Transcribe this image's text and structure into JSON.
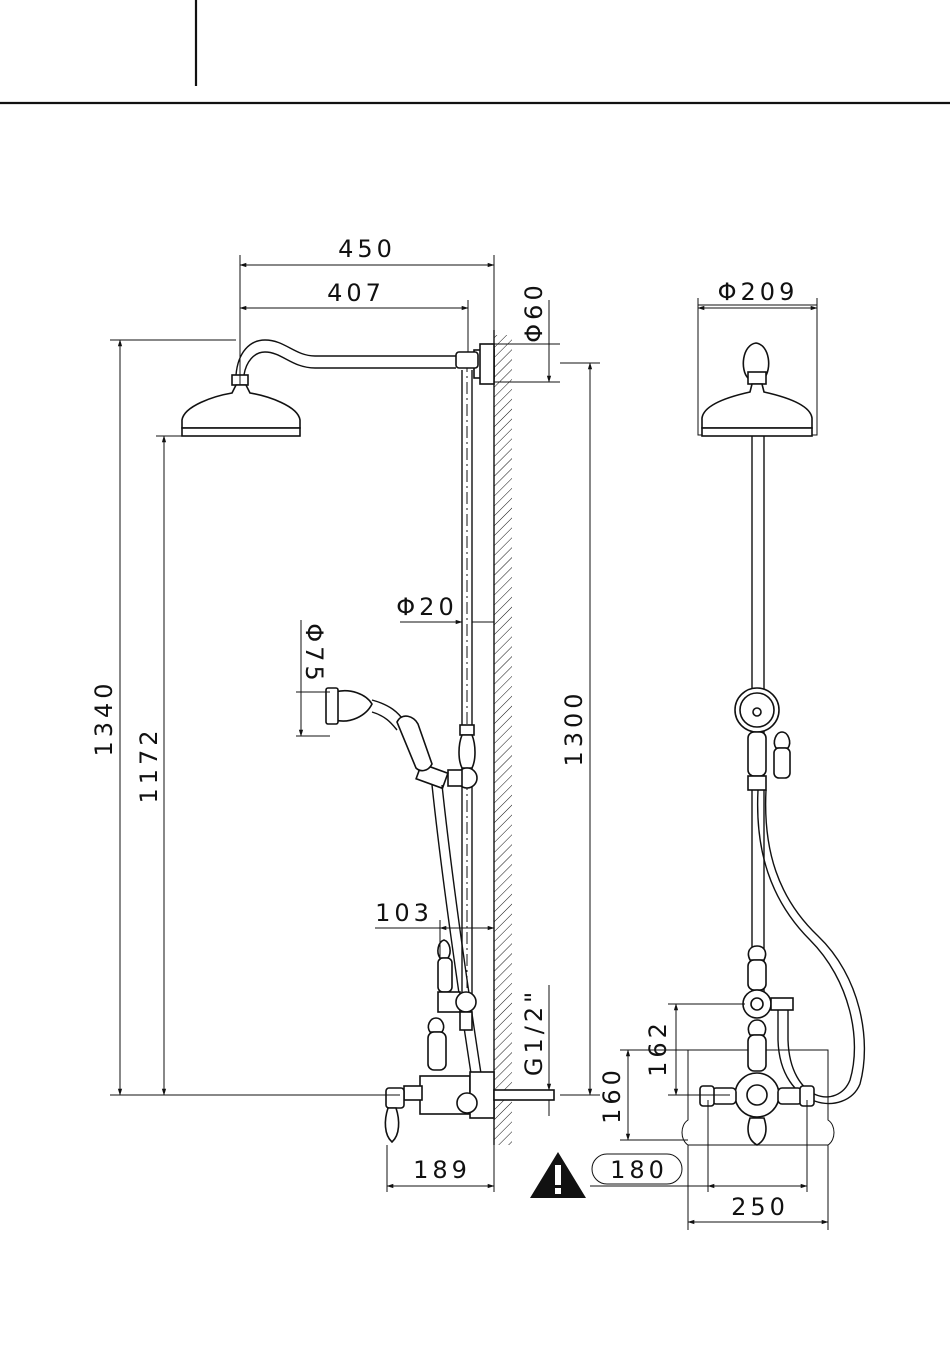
{
  "dimensions": {
    "width_450": "450",
    "width_407": "407",
    "dia_60": "Φ60",
    "dia_209": "Φ209",
    "dia_20": "Φ20",
    "dia_75": "Φ75",
    "height_1340": "1340",
    "height_1172": "1172",
    "height_1300": "1300",
    "depth_103": "103",
    "thread": "G1/2\"",
    "height_160": "160",
    "height_162": "162",
    "depth_189": "189",
    "centres_180": "180",
    "plate_250": "250"
  },
  "icons": {
    "warning": "warning-triangle-icon"
  },
  "colors": {
    "line": "#111111",
    "background": "#ffffff"
  }
}
